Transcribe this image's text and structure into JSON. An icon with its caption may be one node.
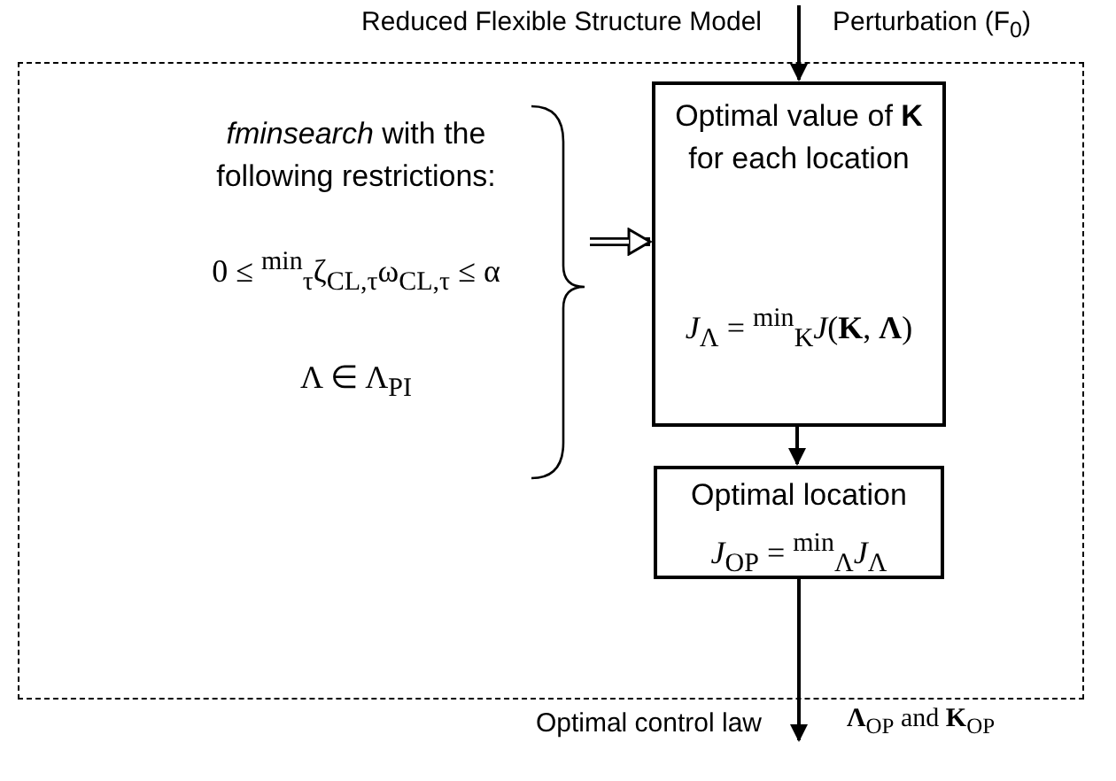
{
  "diagram": {
    "nodes": [
      {
        "text": [],
        "shape": "box"
      },
      {
        "text": [
          "*fminsearch* with the following restrictions:",
          "0 ≤ $^{min}$$_{τ}$ζ$_{CL,τ}$ω$_{CL,τ}$ ≤ α",
          "Λ ∈ Λ$_{PI}$"
        ],
        "in": 0
      },
      {
        "text": [
          "Optimal value of **K** for each location",
          "*J*$_{Λ}$ = $^{min}$$_{K}$*J*(**K**, **Λ**)"
        ],
        "in": 0
      },
      {
        "text": [
          "Optimal location",
          "*J*$_{OP}$ = $^{min}$$_{Λ}$*J*$_{Λ}$"
        ],
        "in": 0
      }
    ],
    "edges": [
      {
        "from": null,
        "to": 2,
        "arrow": "to"
      },
      {
        "from": 1,
        "to": 2,
        "arrow": "to",
        "style": "thick"
      },
      {
        "from": 2,
        "to": 3,
        "arrow": "to"
      },
      {
        "from": 3,
        "to": null,
        "arrow": "to"
      }
    ],
    "labels": [
      "Reduced Flexible Structure Model",
      "Perturbation (F$_{0}$)",
      "Optimal control law",
      "**Λ**$_{OP}$ and **K**$_{OP}$"
    ]
  }
}
